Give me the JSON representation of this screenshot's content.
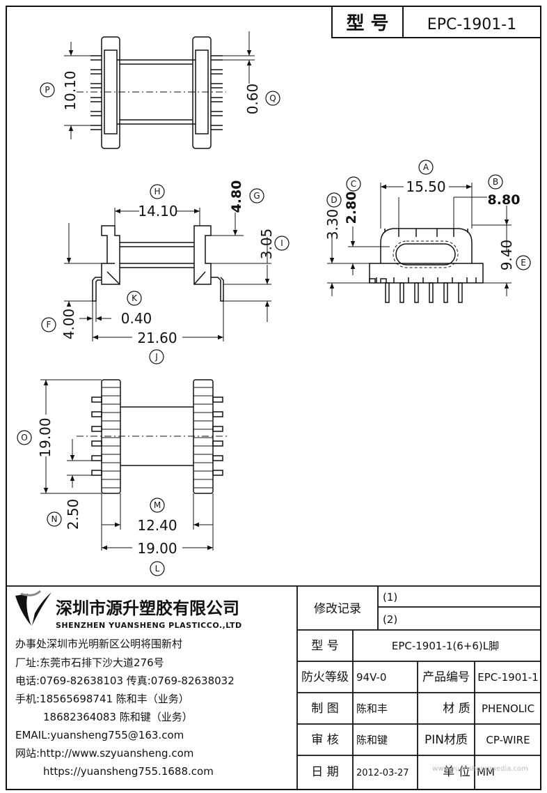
{
  "title_block": {
    "model_label": "型 号",
    "model_value": "EPC-1901-1"
  },
  "dimensions": {
    "top_view": {
      "p": "10.10",
      "q": "0.60",
      "label_p": "P",
      "label_q": "Q"
    },
    "front_view": {
      "h": "14.10",
      "g": "4.80",
      "i": "3.05",
      "f": "4.00",
      "k": "0.40",
      "j": "21.60",
      "label_h": "H",
      "label_g": "G",
      "label_i": "I",
      "label_f": "F",
      "label_k": "K",
      "label_j": "J"
    },
    "side_view": {
      "a": "15.50",
      "b": "8.80",
      "c": "2.80",
      "d": "3.30",
      "e": "9.40",
      "label_a": "A",
      "label_b": "B",
      "label_c": "C",
      "label_d": "D",
      "label_e": "E"
    },
    "bottom_view": {
      "o": "19.00",
      "n": "2.50",
      "m": "12.40",
      "l": "19.00",
      "label_o": "O",
      "label_n": "N",
      "label_m": "M",
      "label_l": "L"
    }
  },
  "company": {
    "name_cn": "深圳市源升塑胶有限公司",
    "name_en": "SHENZHEN YUANSHENG PLASTICCO.,LTD",
    "office": "办事处深圳市光明新区公明将围新村",
    "factory": "厂址:东莞市石排下沙大道276号",
    "phone": "电话:0769-82638103 传真:0769-82638032",
    "mobile1": "手机:18565698741 陈和丰（业务）",
    "mobile2": "18682364083 陈和键（业务）",
    "email": "EMAIL:yuansheng755@163.com",
    "website_label": "网站:http://www.szyuansheng.com",
    "website2": "https://yuansheng755.1688.com"
  },
  "revision": {
    "label": "修改记录",
    "r1": "(1)",
    "r2": "(2)"
  },
  "spec": {
    "model_label": "型 号",
    "model_value": "EPC-1901-1(6+6)L脚",
    "fire_label": "防火等级",
    "fire_value": "94V-0",
    "product_no_label": "产品编号",
    "product_no_value": "EPC-1901-1",
    "drawn_label": "制 图",
    "drawn_value": "陈和丰",
    "material_label": "材 质",
    "material_value": "PHENOLIC",
    "checked_label": "审 核",
    "checked_value": "陈和键",
    "pin_material_label": "PIN材质",
    "pin_material_value": "CP-WIRE",
    "date_label": "日 期",
    "date_value": "2012-03-27",
    "unit_label": "单 位",
    "unit_value": "MM"
  },
  "watermark": "www.yuanshengmedia.com"
}
